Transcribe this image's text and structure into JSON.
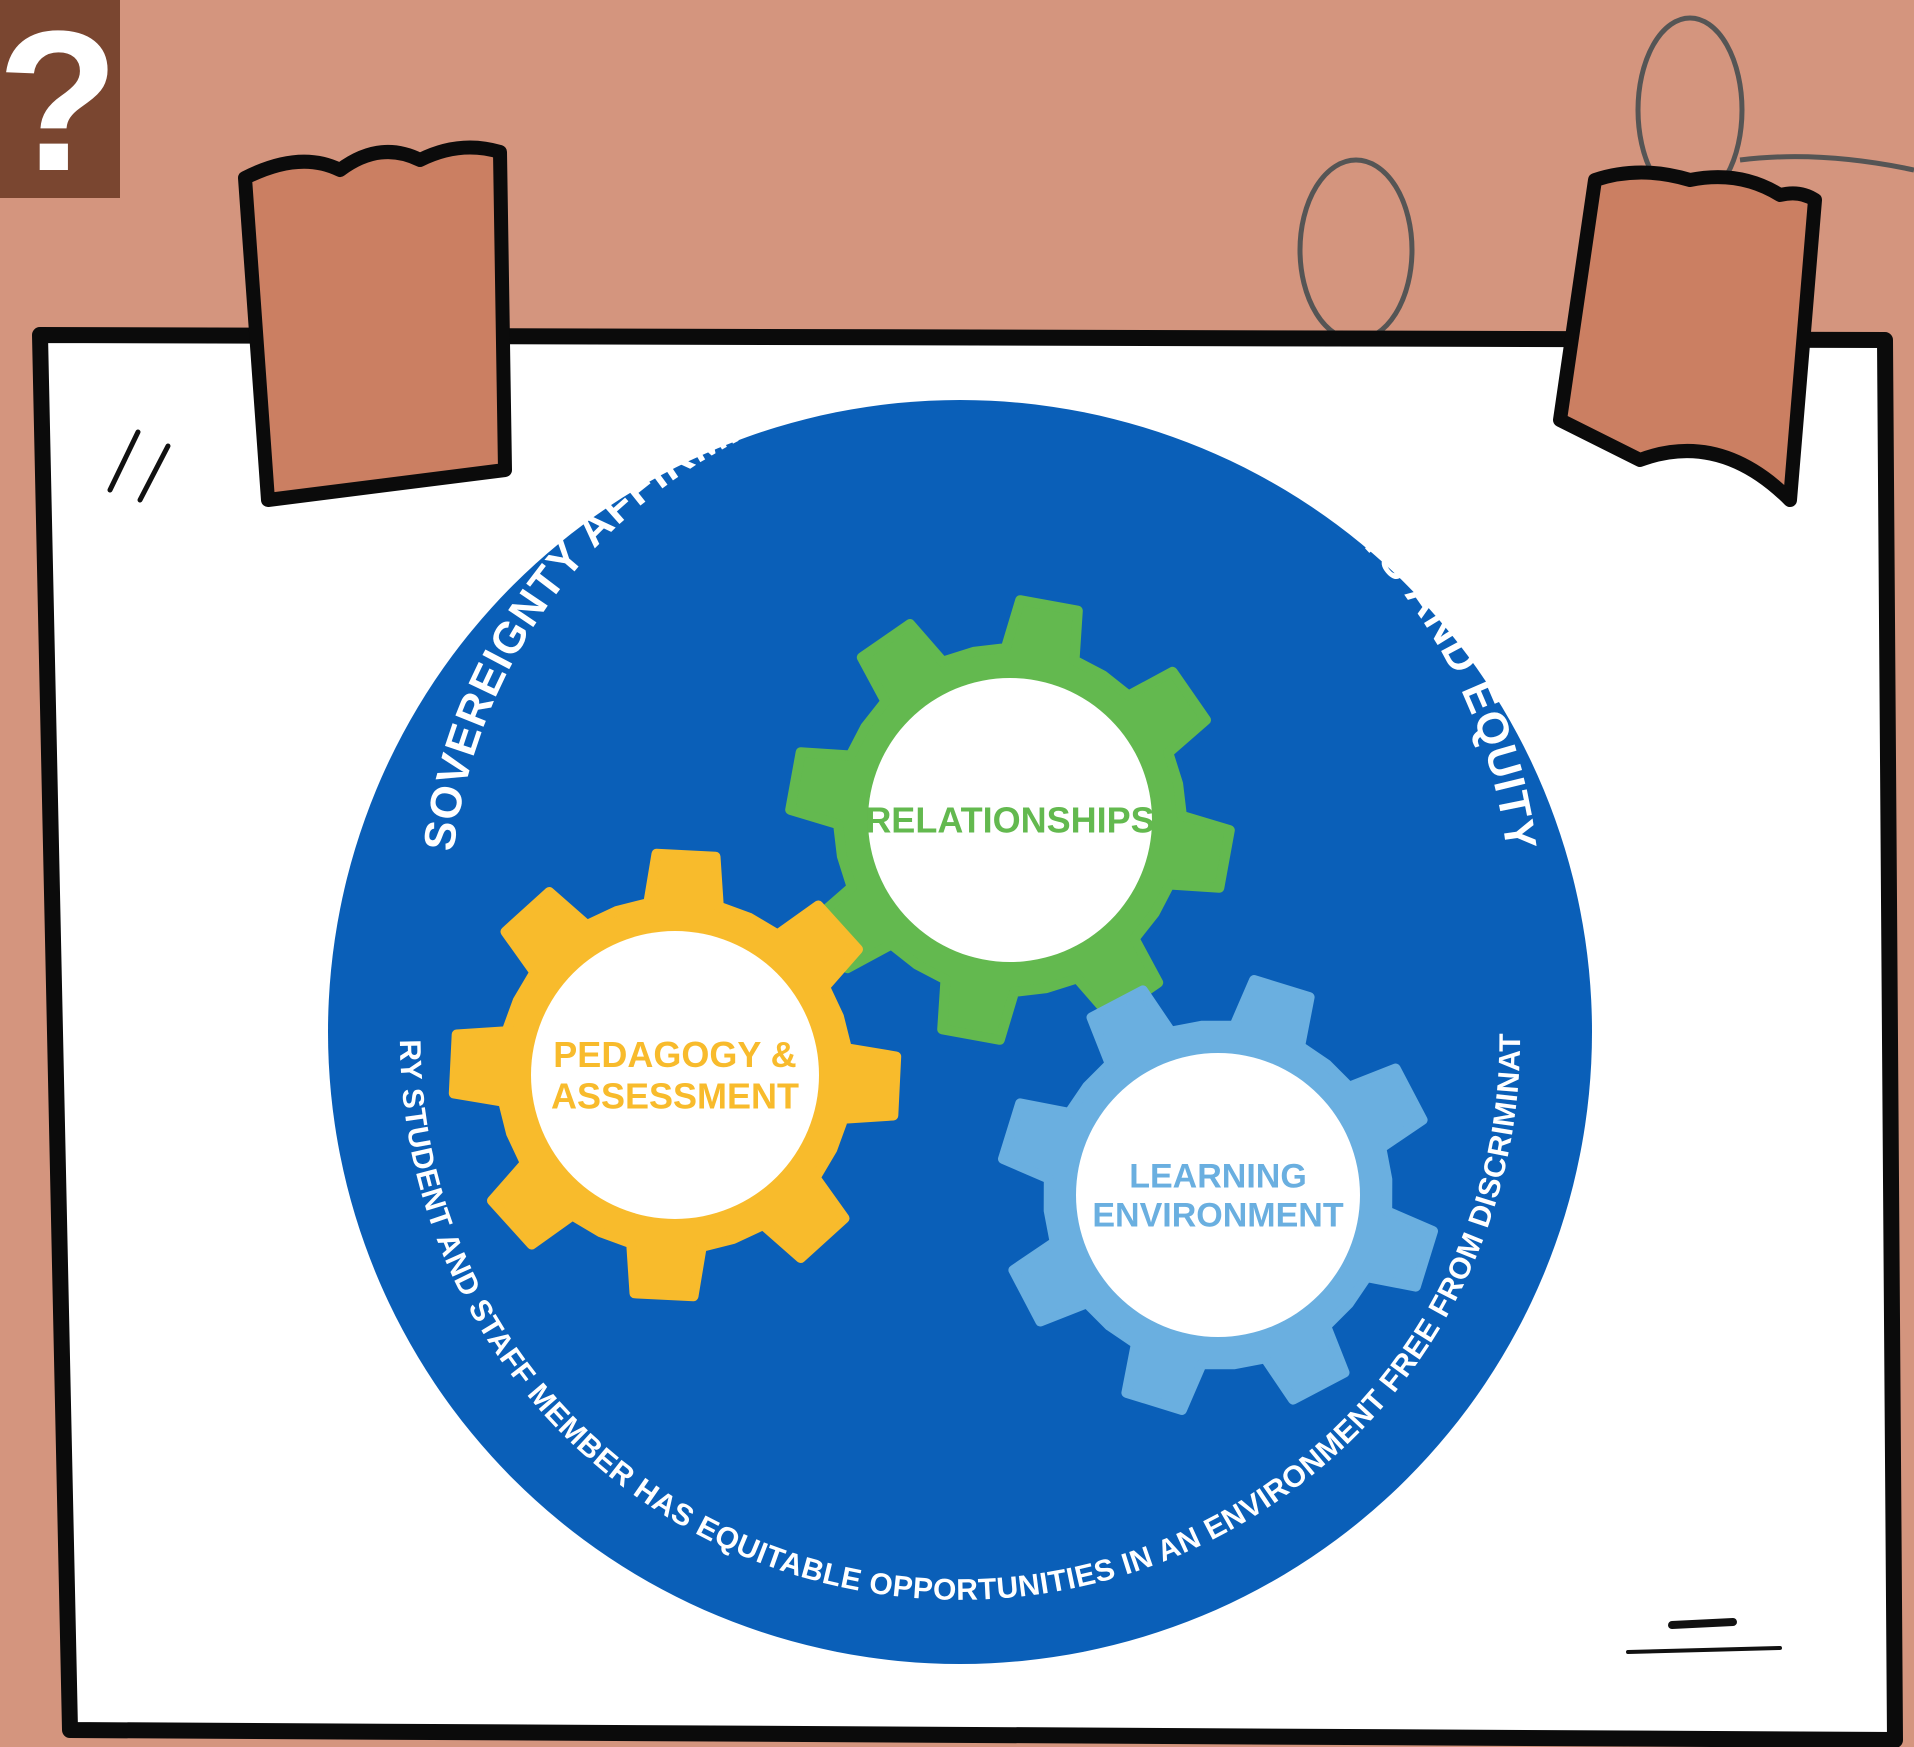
{
  "background_color": "#d4957e",
  "board": {
    "paper_color": "#ffffff",
    "outline_color": "#0b0b0b",
    "tape_color": "#cb7f62"
  },
  "corner_mark": {
    "symbol": "?",
    "color": "#7a4630"
  },
  "circle": {
    "fill": "#0a5fb8",
    "top_arc_text": "SOVEREIGNTY AFFIRMING PRACTICES, HUMAN RIGHTS AND EQUITY",
    "bottom_arc_text": "EVERY STUDENT AND STAFF MEMBER HAS EQUITABLE OPPORTUNITIES IN AN ENVIRONMENT FREE FROM DISCRIMINATION"
  },
  "gears": [
    {
      "id": "relationships",
      "lines": [
        "RELATIONSHIPS"
      ],
      "color": "#63b94f"
    },
    {
      "id": "pedagogy",
      "lines": [
        "PEDAGOGY &",
        "ASSESSMENT"
      ],
      "color": "#f8bb2c"
    },
    {
      "id": "learning",
      "lines": [
        "LEARNING",
        "ENVIRONMENT"
      ],
      "color": "#6aafe0"
    }
  ]
}
